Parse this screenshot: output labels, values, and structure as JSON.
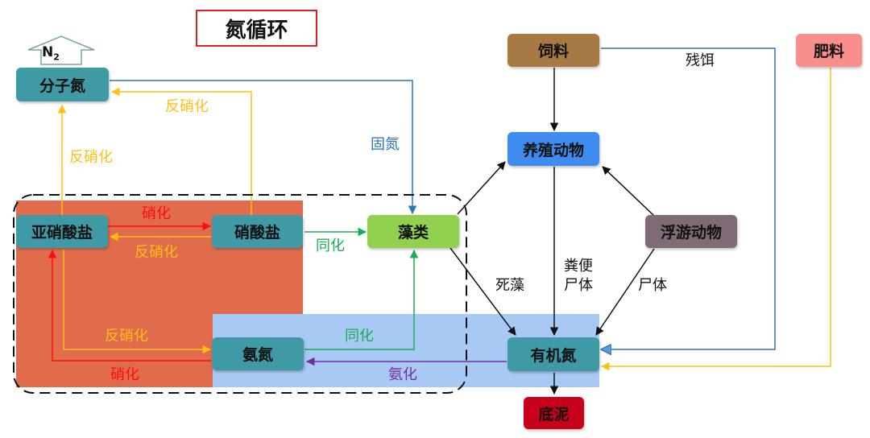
{
  "title": "氮循环",
  "n2_label": "N",
  "n2_subscript": "2",
  "nodes": {
    "fenzidan": "分子氮",
    "yaxiaosuanyan": "亚硝酸盐",
    "xiaosuanyan": "硝酸盐",
    "zaolei": "藻类",
    "andan": "氨氮",
    "siliao": "饲料",
    "yangzhi": "养殖动物",
    "fuyou": "浮游动物",
    "youjidan": "有机氮",
    "dini": "底泥",
    "feiliao": "肥料"
  },
  "labels": {
    "fanxiaohua_top": "反硝化",
    "fanxiaohua_left": "反硝化",
    "gudan": "固氮",
    "xiaohua_mid": "硝化",
    "fanxiaohua_mid": "反硝化",
    "tonghua_1": "同化",
    "fanxiaohua_low": "反硝化",
    "xiaohua_low": "硝化",
    "tonghua_2": "同化",
    "anhua": "氨化",
    "sizao": "死藻",
    "fenbian_1": "粪便",
    "fenbian_2": "尸体",
    "shiti": "尸体",
    "caner": "残饵"
  },
  "colors": {
    "orange": "#fdbf12",
    "red": "#ff0d0d",
    "blue": "#2e73b3",
    "green": "#17ad52",
    "purple": "#7030a0",
    "black": "#111111",
    "teal": "#3f9aa6",
    "brown": "#a77a45",
    "pink": "#f98f8b",
    "lime": "#92d050",
    "bright_blue": "#3f8cf0",
    "gray_purple": "#806a76",
    "dark_red": "#c8001c",
    "zone_red": "#e06c4d",
    "zone_blue": "#a9c9f5"
  }
}
